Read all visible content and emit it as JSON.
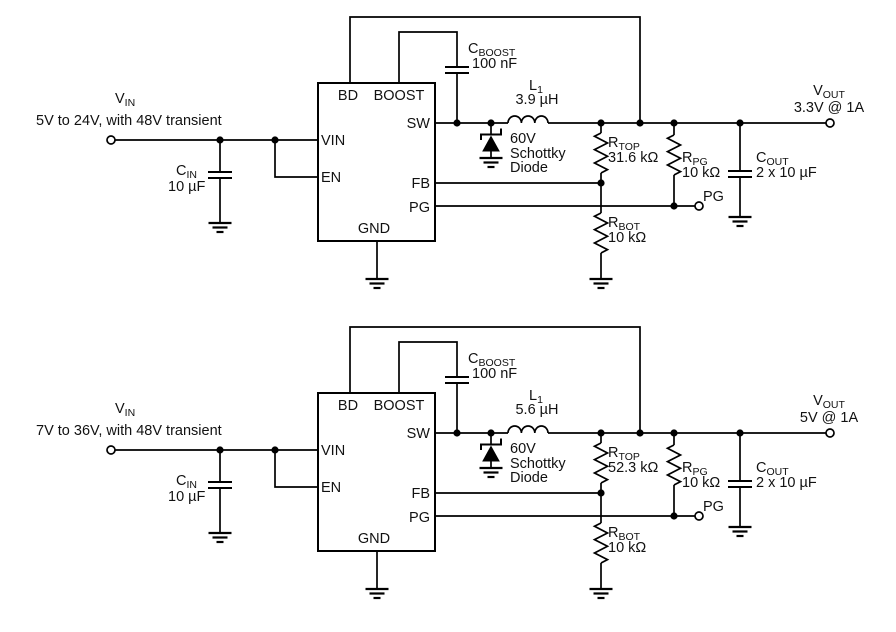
{
  "figure": {
    "description": "Two step-down converter application schematics",
    "background_color": "#ffffff",
    "line_color": "#000000"
  },
  "circuits": [
    {
      "vin": {
        "symbol_main": "V",
        "symbol_sub": "IN",
        "range": "5V to 24V, with 48V transient"
      },
      "cin": {
        "symbol_main": "C",
        "symbol_sub": "IN",
        "value": "10 µF"
      },
      "ic": {
        "pin_bd": "BD",
        "pin_boost": "BOOST",
        "pin_vin": "VIN",
        "pin_en": "EN",
        "pin_sw": "SW",
        "pin_fb": "FB",
        "pin_pg": "PG",
        "pin_gnd": "GND"
      },
      "cboost": {
        "symbol_main": "C",
        "symbol_sub": "BOOST",
        "value": "100 nF"
      },
      "inductor": {
        "symbol_main": "L",
        "symbol_sub": "1",
        "value": "3.9 µH"
      },
      "diode": {
        "line1": "60V",
        "line2": "Schottky",
        "line3": "Diode"
      },
      "rtop": {
        "symbol_main": "R",
        "symbol_sub": "TOP",
        "value": "31.6 kΩ"
      },
      "rpg": {
        "symbol_main": "R",
        "symbol_sub": "PG",
        "value": "10 kΩ"
      },
      "rbot": {
        "symbol_main": "R",
        "symbol_sub": "BOT",
        "value": "10 kΩ"
      },
      "cout": {
        "symbol_main": "C",
        "symbol_sub": "OUT",
        "value": "2 x 10 µF"
      },
      "pg_terminal_label": "PG",
      "vout": {
        "symbol_main": "V",
        "symbol_sub": "OUT",
        "rating": "3.3V @ 1A"
      }
    },
    {
      "vin": {
        "symbol_main": "V",
        "symbol_sub": "IN",
        "range": "7V to 36V, with 48V transient"
      },
      "cin": {
        "symbol_main": "C",
        "symbol_sub": "IN",
        "value": "10 µF"
      },
      "ic": {
        "pin_bd": "BD",
        "pin_boost": "BOOST",
        "pin_vin": "VIN",
        "pin_en": "EN",
        "pin_sw": "SW",
        "pin_fb": "FB",
        "pin_pg": "PG",
        "pin_gnd": "GND"
      },
      "cboost": {
        "symbol_main": "C",
        "symbol_sub": "BOOST",
        "value": "100 nF"
      },
      "inductor": {
        "symbol_main": "L",
        "symbol_sub": "1",
        "value": "5.6 µH"
      },
      "diode": {
        "line1": "60V",
        "line2": "Schottky",
        "line3": "Diode"
      },
      "rtop": {
        "symbol_main": "R",
        "symbol_sub": "TOP",
        "value": "52.3 kΩ"
      },
      "rpg": {
        "symbol_main": "R",
        "symbol_sub": "PG",
        "value": "10 kΩ"
      },
      "rbot": {
        "symbol_main": "R",
        "symbol_sub": "BOT",
        "value": "10 kΩ"
      },
      "cout": {
        "symbol_main": "C",
        "symbol_sub": "OUT",
        "value": "2 x 10 µF"
      },
      "pg_terminal_label": "PG",
      "vout": {
        "symbol_main": "V",
        "symbol_sub": "OUT",
        "rating": "5V @ 1A"
      }
    }
  ]
}
